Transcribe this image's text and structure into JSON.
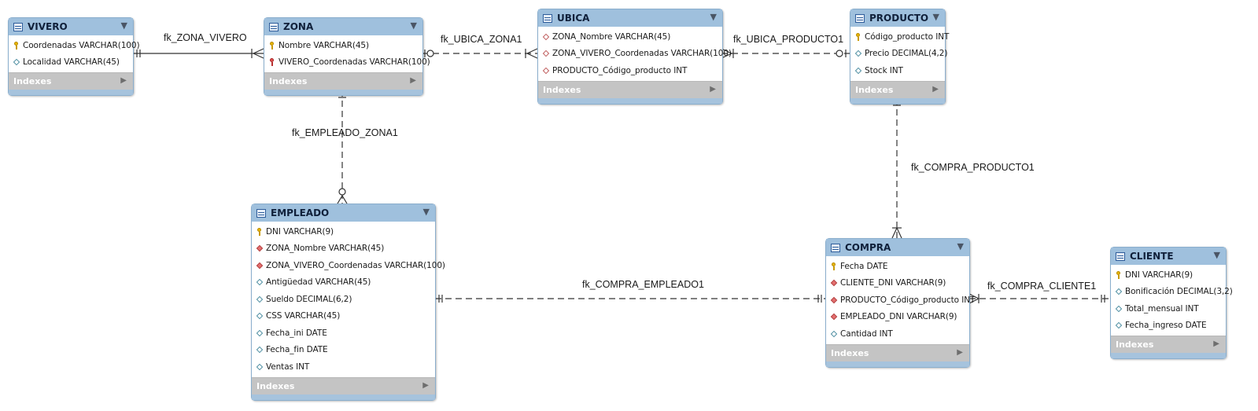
{
  "indexes_label": "Indexes",
  "tables": {
    "vivero": {
      "name": "VIVERO",
      "columns": [
        {
          "text": "Coordenadas VARCHAR(100)",
          "icon": "primary-key-icon"
        },
        {
          "text": "Localidad VARCHAR(45)",
          "icon": "column-diamond-icon"
        }
      ]
    },
    "zona": {
      "name": "ZONA",
      "columns": [
        {
          "text": "Nombre VARCHAR(45)",
          "icon": "primary-key-icon"
        },
        {
          "text": "VIVERO_Coordenadas VARCHAR(100)",
          "icon": "foreign-primary-key-icon"
        }
      ]
    },
    "ubica": {
      "name": "UBICA",
      "columns": [
        {
          "text": "ZONA_Nombre VARCHAR(45)",
          "icon": "foreign-key-diamond-open-icon"
        },
        {
          "text": "ZONA_VIVERO_Coordenadas VARCHAR(100)",
          "icon": "foreign-key-diamond-open-icon"
        },
        {
          "text": "PRODUCTO_Código_producto INT",
          "icon": "foreign-key-diamond-open-icon"
        }
      ]
    },
    "producto": {
      "name": "PRODUCTO",
      "columns": [
        {
          "text": "Código_producto INT",
          "icon": "primary-key-icon"
        },
        {
          "text": "Precio DECIMAL(4,2)",
          "icon": "column-diamond-icon"
        },
        {
          "text": "Stock INT",
          "icon": "column-diamond-icon"
        }
      ]
    },
    "empleado": {
      "name": "EMPLEADO",
      "columns": [
        {
          "text": "DNI VARCHAR(9)",
          "icon": "primary-key-icon"
        },
        {
          "text": "ZONA_Nombre VARCHAR(45)",
          "icon": "foreign-key-diamond-icon"
        },
        {
          "text": "ZONA_VIVERO_Coordenadas VARCHAR(100)",
          "icon": "foreign-key-diamond-icon"
        },
        {
          "text": "Antigüedad VARCHAR(45)",
          "icon": "column-diamond-icon"
        },
        {
          "text": "Sueldo DECIMAL(6,2)",
          "icon": "column-diamond-icon"
        },
        {
          "text": "CSS VARCHAR(45)",
          "icon": "column-diamond-icon"
        },
        {
          "text": "Fecha_ini DATE",
          "icon": "column-diamond-icon"
        },
        {
          "text": "Fecha_fin DATE",
          "icon": "column-diamond-icon"
        },
        {
          "text": "Ventas INT",
          "icon": "column-diamond-icon"
        }
      ]
    },
    "compra": {
      "name": "COMPRA",
      "columns": [
        {
          "text": "Fecha DATE",
          "icon": "primary-key-icon"
        },
        {
          "text": "CLIENTE_DNI VARCHAR(9)",
          "icon": "foreign-key-diamond-icon"
        },
        {
          "text": "PRODUCTO_Código_producto INT",
          "icon": "foreign-key-diamond-icon"
        },
        {
          "text": "EMPLEADO_DNI VARCHAR(9)",
          "icon": "foreign-key-diamond-icon"
        },
        {
          "text": "Cantidad INT",
          "icon": "column-diamond-icon"
        }
      ]
    },
    "cliente": {
      "name": "CLIENTE",
      "columns": [
        {
          "text": "DNI VARCHAR(9)",
          "icon": "primary-key-icon"
        },
        {
          "text": "Bonificación DECIMAL(3,2)",
          "icon": "column-diamond-icon"
        },
        {
          "text": "Total_mensual INT",
          "icon": "column-diamond-icon"
        },
        {
          "text": "Fecha_ingreso DATE",
          "icon": "column-diamond-icon"
        }
      ]
    }
  },
  "relationships": [
    {
      "label": "fk_ZONA_VIVERO",
      "from": "VIVERO",
      "to": "ZONA",
      "identifying": true
    },
    {
      "label": "fk_UBICA_ZONA1",
      "from": "ZONA",
      "to": "UBICA",
      "identifying": false
    },
    {
      "label": "fk_UBICA_PRODUCTO1",
      "from": "UBICA",
      "to": "PRODUCTO",
      "identifying": false
    },
    {
      "label": "fk_EMPLEADO_ZONA1",
      "from": "ZONA",
      "to": "EMPLEADO",
      "identifying": false
    },
    {
      "label": "fk_COMPRA_PRODUCTO1",
      "from": "PRODUCTO",
      "to": "COMPRA",
      "identifying": false
    },
    {
      "label": "fk_COMPRA_EMPLEADO1",
      "from": "EMPLEADO",
      "to": "COMPRA",
      "identifying": false
    },
    {
      "label": "fk_COMPRA_CLIENTE1",
      "from": "CLIENTE",
      "to": "COMPRA",
      "identifying": false
    }
  ]
}
